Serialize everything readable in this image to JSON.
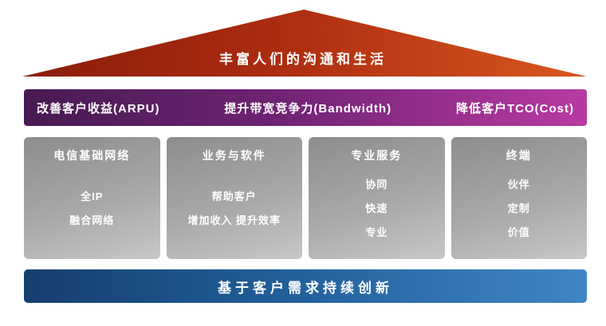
{
  "roof": {
    "label": "丰富人们的沟通和生活",
    "color_left": "#8a1d0b",
    "color_right": "#d9571e"
  },
  "strategy_bar": {
    "color_left": "#471a52",
    "color_right": "#b93aa2",
    "items": [
      {
        "label": "改善客户收益(ARPU)"
      },
      {
        "label": "提升带宽竞争力(Bandwidth)"
      },
      {
        "label": "降低客户TCO(Cost)"
      }
    ]
  },
  "pillars": [
    {
      "title": "电信基础网络",
      "lines": [
        "全IP",
        "融合网络"
      ]
    },
    {
      "title": "业务与软件",
      "lines": [
        "帮助客户",
        "增加收入 提升效率"
      ]
    },
    {
      "title": "专业服务",
      "lines": [
        "协同",
        "快速",
        "专业"
      ]
    },
    {
      "title": "终端",
      "lines": [
        "伙伴",
        "定制",
        "价值"
      ]
    }
  ],
  "foundation": {
    "label": "基于客户需求持续创新",
    "color_left": "#153e6d",
    "color_right": "#3f86c4"
  },
  "pillar_color_top": "#8d8d8d",
  "pillar_color_bottom": "#c7c7c7"
}
